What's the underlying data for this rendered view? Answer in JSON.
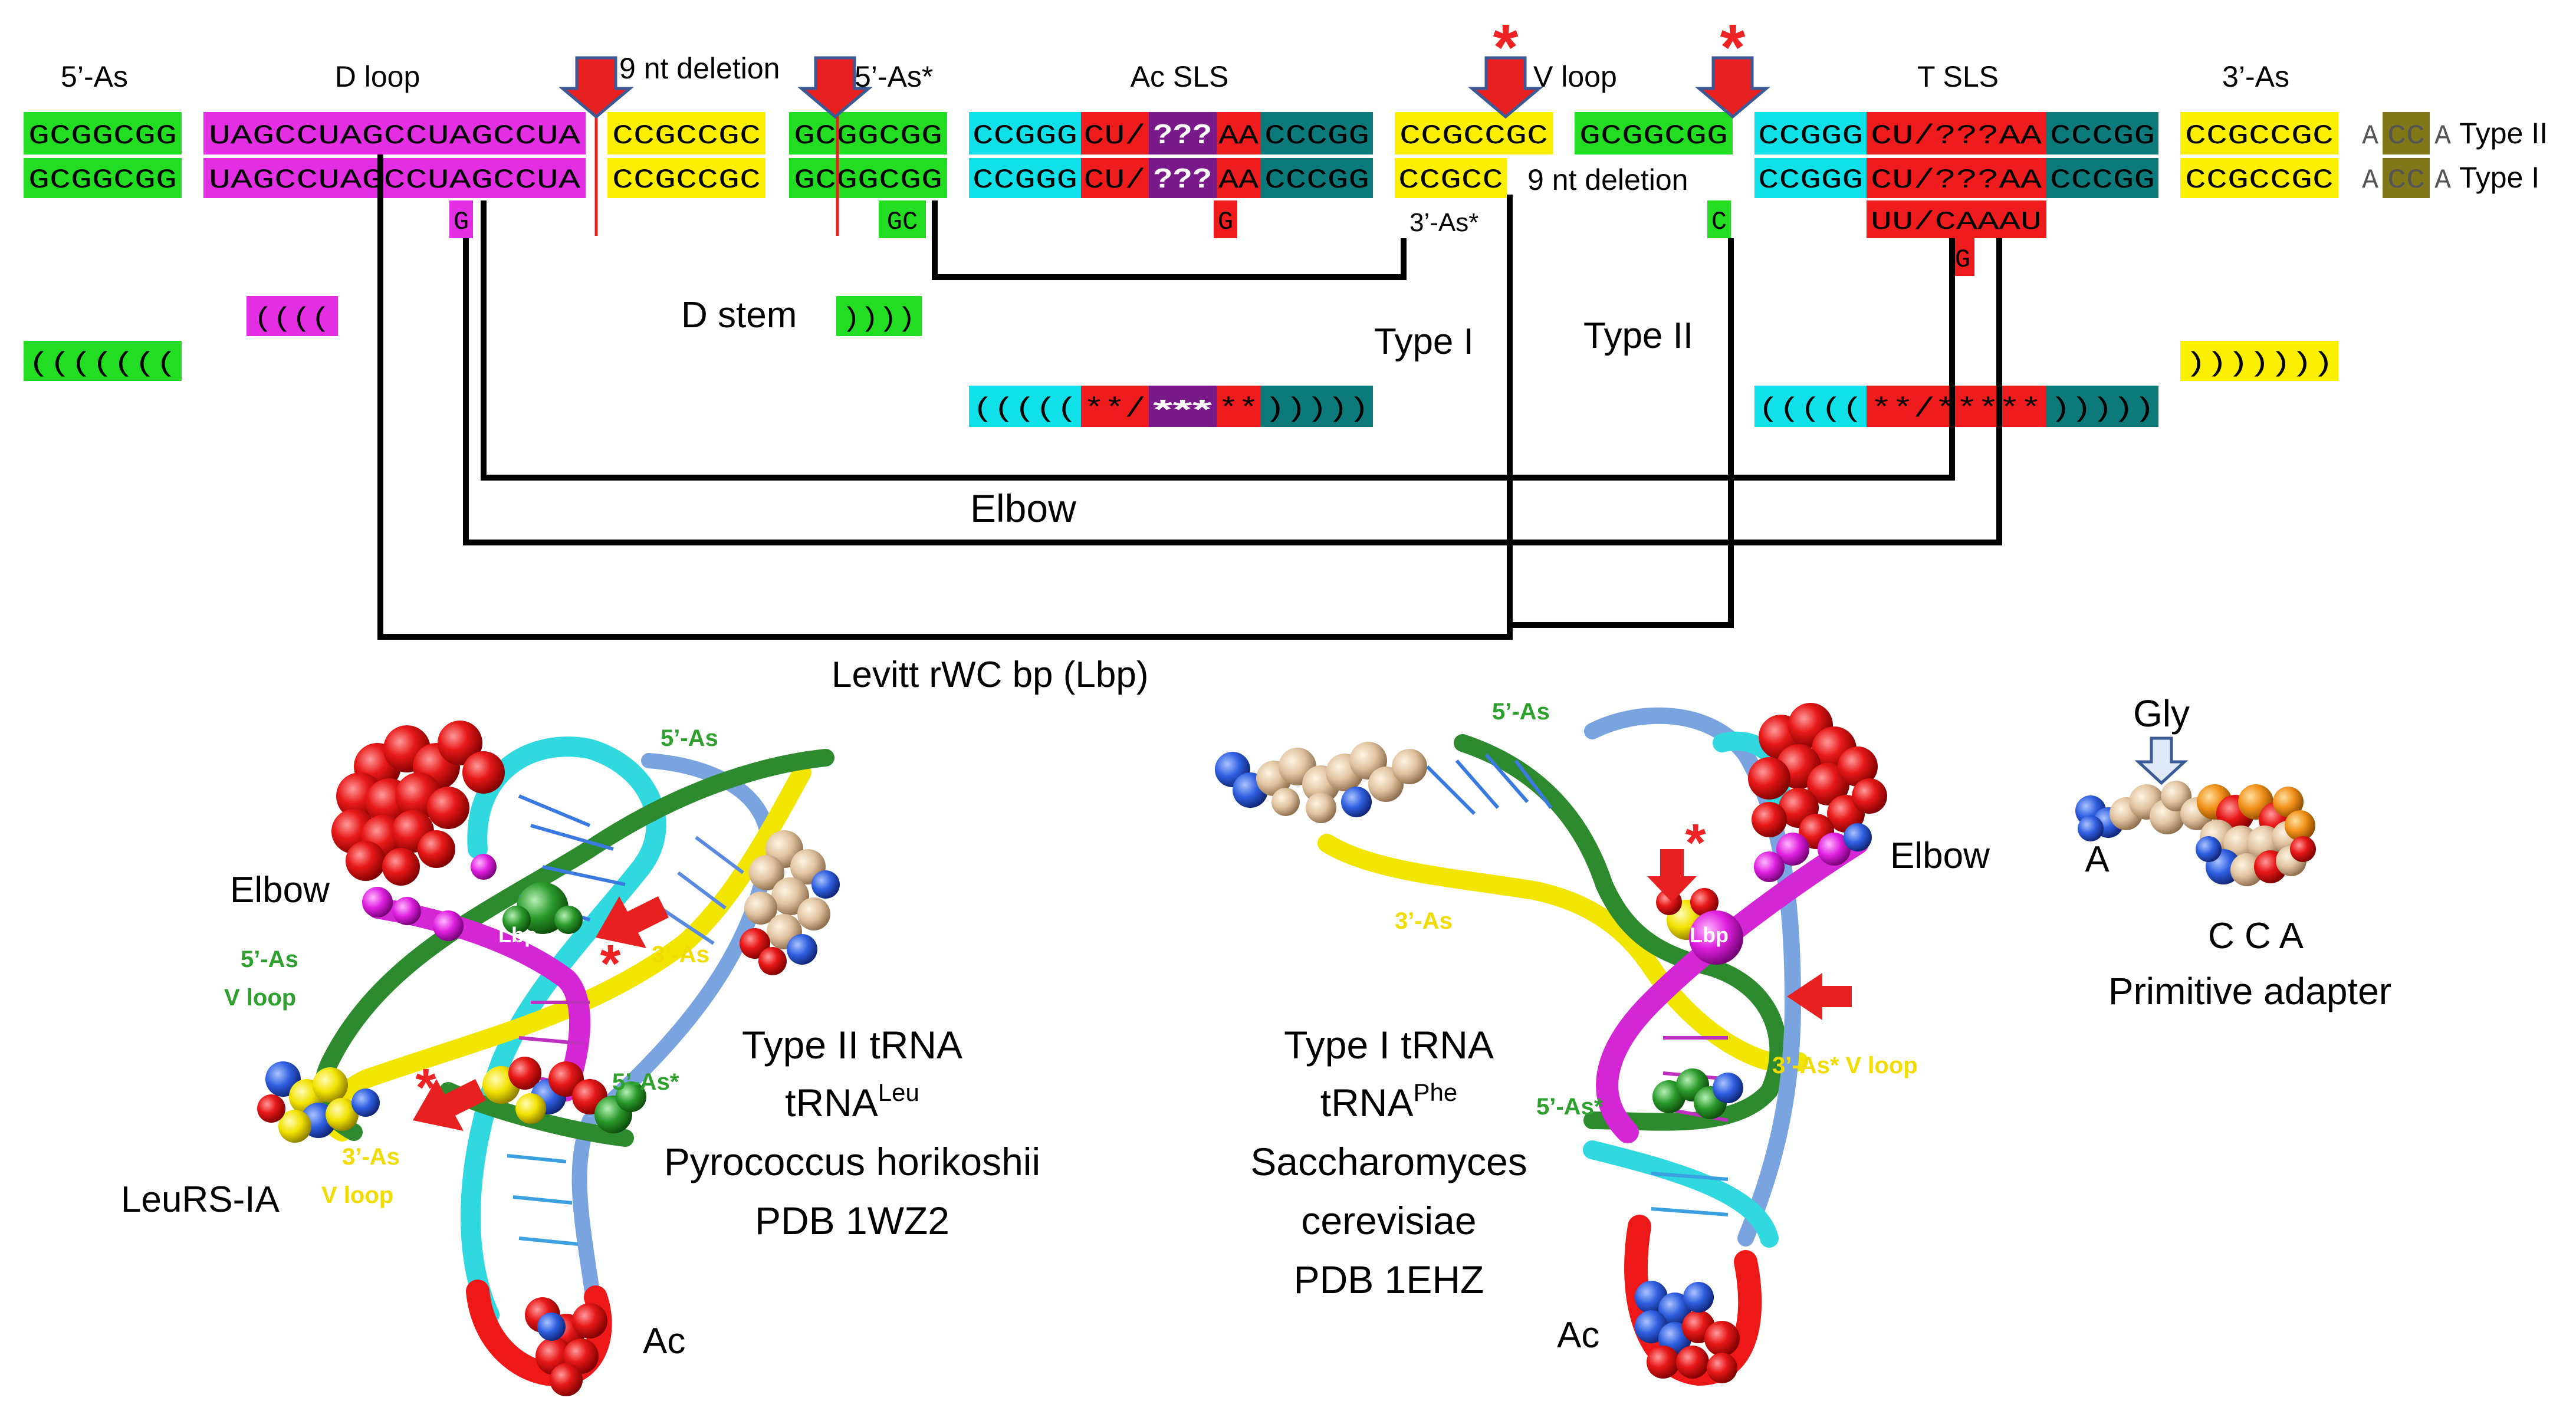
{
  "colors": {
    "acceptor": "#22dd22",
    "d_loop": "#e32ee3",
    "yellow": "#fcf000",
    "cyan": "#10e0e8",
    "red": "#ee1c1c",
    "purple": "#7a1a8a",
    "teal": "#0c7a7a",
    "olive": "#807818",
    "arrow": "#e82020",
    "arrow_outline": "#3c5a96",
    "asterisk": "#ee2222"
  },
  "headers": {
    "as5": "5’-As",
    "dloop": "D loop",
    "deletion_top": "9 nt deletion",
    "as5star": "5’-As*",
    "acsls": "Ac SLS",
    "vloop": "V loop",
    "tsls": "T SLS",
    "as3": "3’-As"
  },
  "row_type2": {
    "label": "Type II",
    "as5": "GCGGCGG",
    "dloop": "UAGCCUAGCCUAGCCUA",
    "y1": "CCGCCGC",
    "as5star": "GCGGCGG",
    "ac_cyan": "CCGGG",
    "ac_red1": "CU/",
    "ac_purple": "???",
    "ac_red2": "AA",
    "ac_teal": "CCCGG",
    "vloop_y": "CCGCCGC",
    "vloop_g": "GCGGCGG",
    "t_cyan": "CCGGG",
    "t_red": "CU/???AA",
    "t_teal": "CCCGG",
    "as3": "CCGCCGC",
    "acca_a1": "A",
    "acca_cc": "CC",
    "acca_a2": "A"
  },
  "row_type1": {
    "label": "Type I",
    "as5": "GCGGCGG",
    "dloop": "UAGCCUAGCCUAGCCUA",
    "y1": "CCGCCGC",
    "as5star": "GCGGCGG",
    "ac_cyan": "CCGGG",
    "ac_red1": "CU/",
    "ac_purple": "???",
    "ac_red2": "AA",
    "ac_teal": "CCCGG",
    "vloop_y": "CCGCC",
    "deletion_mid": "9 nt deletion",
    "t_cyan": "CCGGG",
    "t_red": "CU/???AA",
    "t_teal": "CCCGG",
    "as3": "CCGCCGC",
    "acca_a1": "A",
    "acca_cc": "CC",
    "acca_a2": "A"
  },
  "row3": {
    "g_dloop": "G",
    "gc": "GC",
    "g_ac": "G",
    "as3star": "3’-As*",
    "c_vloop": "C",
    "t_insert": "UU/CAAAU"
  },
  "row4": {
    "g_t": "G"
  },
  "brackets": {
    "d_open": "((((",
    "d_stem_label": "D stem",
    "d_close": "))))",
    "as5_open": "(((((((",
    "type1": "Type I",
    "type2": "Type II",
    "as3_close": ")))))))",
    "ac_open": "(((((",
    "ac_red1": "**/",
    "ac_purple": "***",
    "ac_red2": "**",
    "ac_close": ")))))",
    "t_open": "(((((",
    "t_red": "**/*****",
    "t_close": ")))))"
  },
  "connections": {
    "elbow": "Elbow",
    "levitt": "Levitt rWC bp (Lbp)"
  },
  "struct_left": {
    "as5_top": "5’-As",
    "elbow": "Elbow",
    "lbp": "Lbp",
    "as3": "3’-As",
    "as5_vloop_1": "5’-As",
    "as5_vloop_2": "V loop",
    "as5star": "5’-As*",
    "as3_vloop_1": "3’-As",
    "as3_vloop_2": "V loop",
    "leurs": "LeuRS-IA",
    "ac": "Ac",
    "cap_1": "Type II tRNA",
    "cap_2_base": "tRNA",
    "cap_2_sup": "Leu",
    "cap_3": "Pyrococcus horikoshii",
    "cap_4": "PDB 1WZ2"
  },
  "struct_right": {
    "as5_top": "5’-As",
    "as3": "3’-As",
    "elbow": "Elbow",
    "lbp": "Lbp",
    "as3star_vloop": "3’-As* V loop",
    "as5star": "5’-As*",
    "ac": "Ac",
    "cap_1": "Type I tRNA",
    "cap_2_base": "tRNA",
    "cap_2_sup": "Phe",
    "cap_3": "Saccharomyces",
    "cap_4": "cerevisiae",
    "cap_5": "PDB 1EHZ"
  },
  "adapter": {
    "gly": "Gly",
    "a": "A",
    "cca": "C C A",
    "caption": "Primitive adapter"
  }
}
